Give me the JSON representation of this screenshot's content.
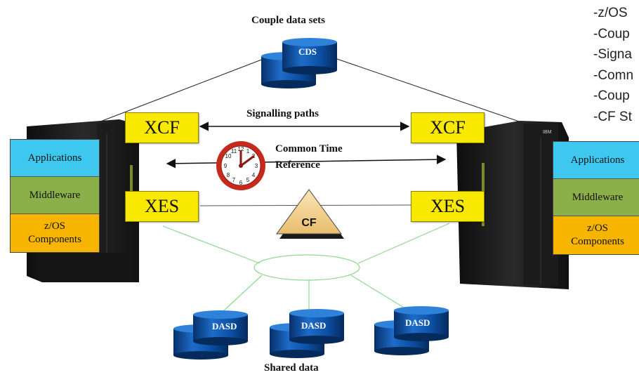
{
  "diagram": {
    "cds_title": "Couple data sets",
    "cds_disk": "CDS",
    "signalling_label": "Signalling paths",
    "time_label_line1": "Common Time",
    "time_label_line2": "Reference",
    "xcf_label": "XCF",
    "xes_label": "XES",
    "cf_label": "CF",
    "left_stack": [
      "Applications",
      "Middleware",
      "z/OS Components"
    ],
    "right_stack": [
      "Applications",
      "Middleware",
      "z/OS Components"
    ],
    "dasd_label": "DASD",
    "shared_label": "Shared data",
    "server_brand": "IBM"
  },
  "agenda": [
    "-z/OS",
    "-Coup",
    "-Signa",
    "-Comn",
    "-Coup",
    "-CF St"
  ],
  "colors": {
    "xbox": "#f9e800",
    "applications": "#3fc8ef",
    "middleware": "#8bb04a",
    "zos": "#f7b500",
    "cylinder": "#0b4fa2",
    "network": "#7fd07f",
    "clock": "#cc2a1a",
    "cf": "#f2d08a"
  }
}
